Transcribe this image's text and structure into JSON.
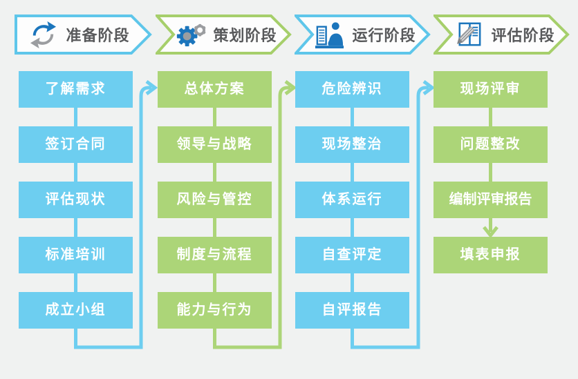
{
  "title": "体系建设四阶段流程图",
  "colors": {
    "background": "#F0F2F1",
    "blue": "#6DCEF0",
    "green": "#ACD578",
    "banner_border_blue": "#5EC6EA",
    "banner_border_green": "#A6CF6B",
    "banner_text": "#58595B",
    "box_text": "#FFFFFF",
    "icon_blue": "#1B75BC",
    "icon_gray": "#9B9DA0"
  },
  "phases": [
    {
      "label": "准备阶段",
      "icon": "cycle-arrows-icon",
      "theme": "blue",
      "steps": [
        "了解需求",
        "签订合同",
        "评估现状",
        "标准培训",
        "成立小组"
      ]
    },
    {
      "label": "策划阶段",
      "icon": "gears-icon",
      "theme": "green",
      "steps": [
        "总体方案",
        "领导与战略",
        "风险与管控",
        "制度与流程",
        "能力与行为"
      ]
    },
    {
      "label": "运行阶段",
      "icon": "person-computer-icon",
      "theme": "blue",
      "steps": [
        "危险辨识",
        "现场整治",
        "体系运行",
        "自查评定",
        "自评报告"
      ]
    },
    {
      "label": "评估阶段",
      "icon": "document-pencil-icon",
      "theme": "green",
      "steps": [
        "现场评审",
        "问题整改",
        "编制评审报告",
        "填表申报"
      ]
    }
  ]
}
